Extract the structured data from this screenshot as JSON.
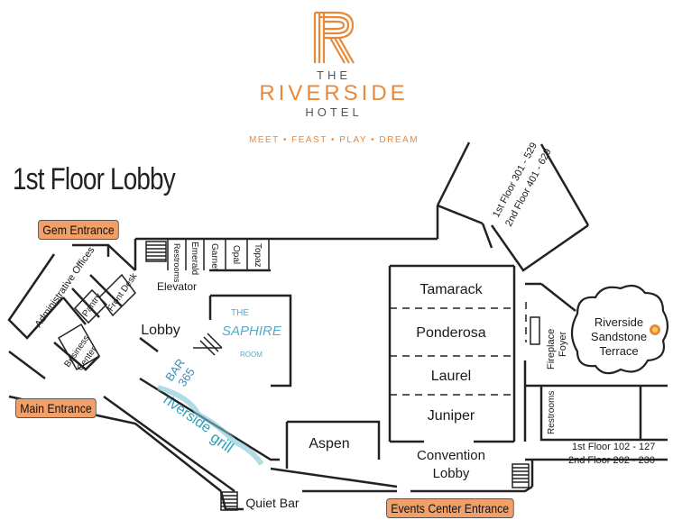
{
  "brand": {
    "the": "THE",
    "name": "RIVERSIDE",
    "hotel": "HOTEL",
    "tagline": "MEET • FEAST • PLAY • DREAM",
    "accent_color": "#e8893a"
  },
  "page_title": "1st Floor Lobby",
  "entrances": {
    "gem": "Gem Entrance",
    "main": "Main Entrance",
    "events": "Events Center Entrance",
    "color": "#f0a068"
  },
  "rooms": {
    "tamarack": "Tamarack",
    "ponderosa": "Ponderosa",
    "laurel": "Laurel",
    "juniper": "Juniper",
    "convention_lobby_1": "Convention",
    "convention_lobby_2": "Lobby",
    "aspen": "Aspen",
    "lobby": "Lobby",
    "elevator": "Elevator",
    "quiet_bar": "Quiet Bar",
    "restrooms_top": "Restrooms",
    "emerald": "Emerald",
    "garnet": "Garnet",
    "opal": "Opal",
    "topaz": "Topaz",
    "admin_offices": "Administrative Offices",
    "pantry": "Pantry",
    "front_desk": "Front Desk",
    "business_center_1": "Business",
    "business_center_2": "Center",
    "fireplace_foyer_1": "Fireplace",
    "fireplace_foyer_2": "Foyer",
    "terrace_1": "Riverside",
    "terrace_2": "Sandstone",
    "terrace_3": "Terrace",
    "restrooms_right": "Restrooms"
  },
  "venues": {
    "saphire_the": "THE",
    "saphire_name": "SAPHIRE",
    "saphire_room": "ROOM",
    "bar_365_a": "BAR",
    "bar_365_b": "365",
    "riverside_grill_a": "riverside",
    "riverside_grill_b": "grill"
  },
  "wings": {
    "north_1": "1st Floor  301 - 529",
    "north_2": "2nd Floor  401 - 629",
    "east_1": "1st Floor  102 - 127",
    "east_2": "2nd Floor  202 - 230"
  }
}
